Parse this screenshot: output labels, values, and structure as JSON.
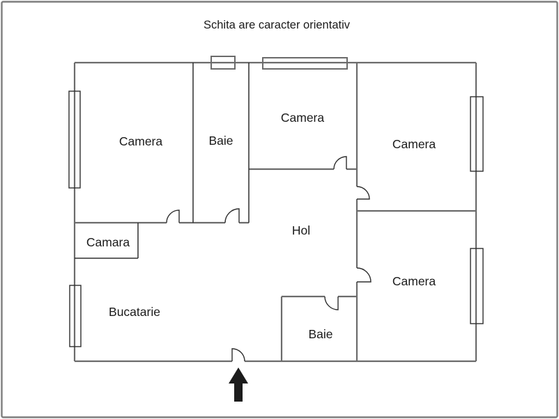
{
  "title": "Schita are caracter orientativ",
  "rooms": {
    "camera_top_left": "Camera",
    "baie_top": "Baie",
    "camera_top_middle": "Camera",
    "camera_top_right": "Camera",
    "camara": "Camara",
    "hol": "Hol",
    "camera_bottom_right": "Camera",
    "bucatarie": "Bucatarie",
    "baie_bottom": "Baie"
  },
  "entrance": {
    "marker": "arrow-up"
  },
  "colors": {
    "wall": "#6b6b6b",
    "partition": "#2e2e2e",
    "text": "#1b1b1b",
    "frame": "#7d7d7d",
    "background": "#ffffff"
  }
}
